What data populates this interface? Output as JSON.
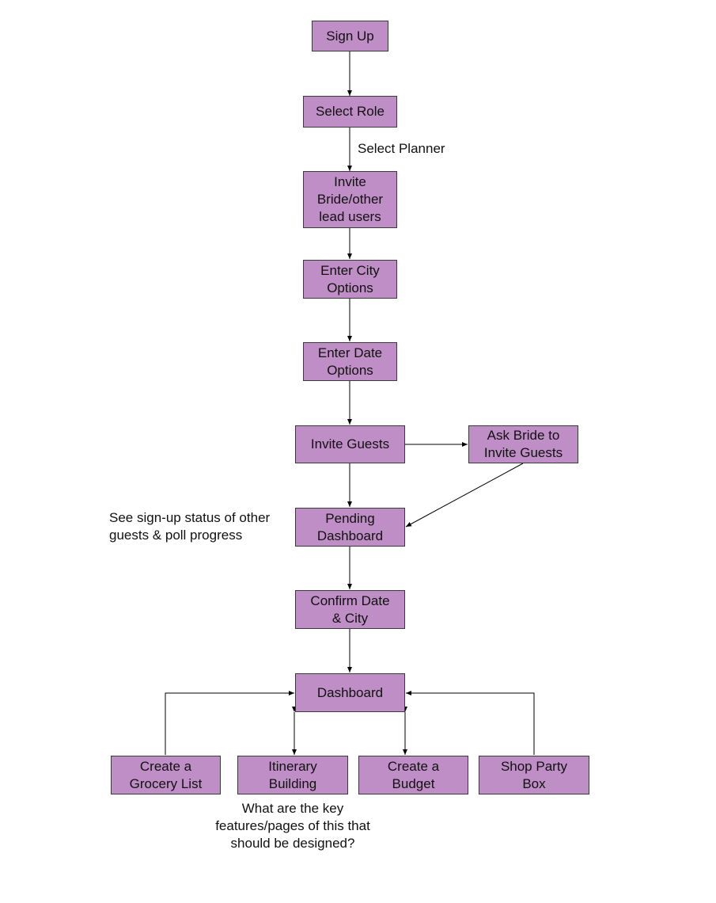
{
  "colors": {
    "node_fill": "#c08ec6",
    "node_border": "#3a3a3a",
    "edge": "#000000",
    "background": "#ffffff"
  },
  "nodes": {
    "sign_up": "Sign Up",
    "select_role": "Select Role",
    "invite_bride": "Invite\nBride/other\nlead users",
    "enter_city": "Enter City\nOptions",
    "enter_date": "Enter Date\nOptions",
    "invite_guests": "Invite Guests",
    "ask_bride": "Ask Bride to\nInvite Guests",
    "pending_dashboard": "Pending\nDashboard",
    "confirm_date_city": "Confirm Date\n& City",
    "dashboard": "Dashboard",
    "grocery_list": "Create a\nGrocery List",
    "itinerary": "Itinerary\nBuilding",
    "budget": "Create a\nBudget",
    "party_box": "Shop Party\nBox"
  },
  "annotations": {
    "select_planner": "Select Planner",
    "signup_status": "See sign-up status of other\nguests & poll progress",
    "key_features": "What are the key\nfeatures/pages of this that\nshould be designed?"
  }
}
